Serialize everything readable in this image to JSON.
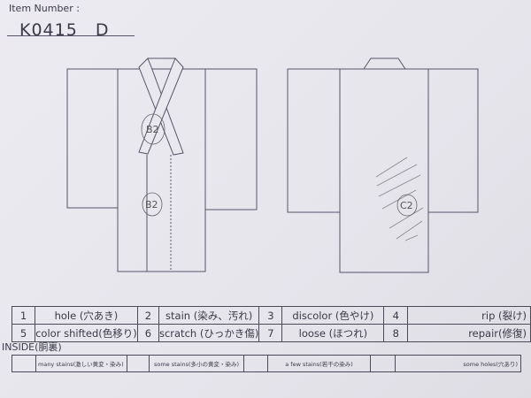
{
  "header": {
    "item_label": "Item Number :",
    "item_number": "K0415　D"
  },
  "annotations": {
    "front_collar": "B2",
    "front_body": "B2",
    "back_body": "C2"
  },
  "legend": {
    "rows": [
      [
        {
          "num": "1",
          "label": "hole (穴あき)"
        },
        {
          "num": "2",
          "label": "stain (染み、汚れ)"
        },
        {
          "num": "3",
          "label": "discolor (色やけ)"
        },
        {
          "num": "4",
          "label": "rip (裂け)"
        }
      ],
      [
        {
          "num": "5",
          "label": "color shifted(色移り)"
        },
        {
          "num": "6",
          "label": "scratch (ひっかき傷)"
        },
        {
          "num": "7",
          "label": "loose (ほつれ)"
        },
        {
          "num": "8",
          "label": "repair(修復)"
        }
      ]
    ]
  },
  "inside": {
    "label": "INSIDE(胴裏)",
    "items": [
      {
        "code": "",
        "label": "many stains(激しい黄変・染み)"
      },
      {
        "code": "",
        "label": "some stains(多小の黄変・染み)"
      },
      {
        "code": "",
        "label": "a few stains(若干の染み)"
      },
      {
        "code": "",
        "label": "some holes(穴あり)"
      }
    ]
  }
}
